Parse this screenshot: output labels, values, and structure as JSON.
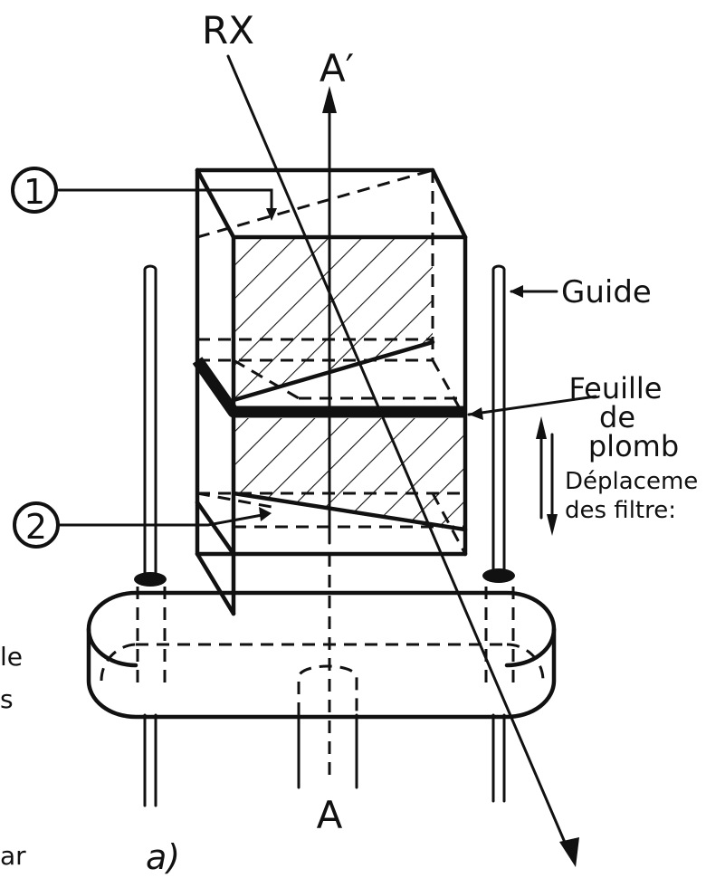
{
  "labels": {
    "rx": "RX",
    "a_prime": "A′",
    "a": "A",
    "marker1": "1",
    "marker2": "2",
    "guide": "Guide",
    "feuille_line1": "Feuille",
    "feuille_line2": "de",
    "feuille_line3": "plomb",
    "deplacement_line1": "Déplaceme",
    "deplacement_line2": "des filtre:",
    "panel": "a)",
    "left_fragment_1": "le",
    "left_fragment_2": "s",
    "bottom_fragment": "ar"
  },
  "colors": {
    "ink": "#111111",
    "paper": "#ffffff"
  }
}
